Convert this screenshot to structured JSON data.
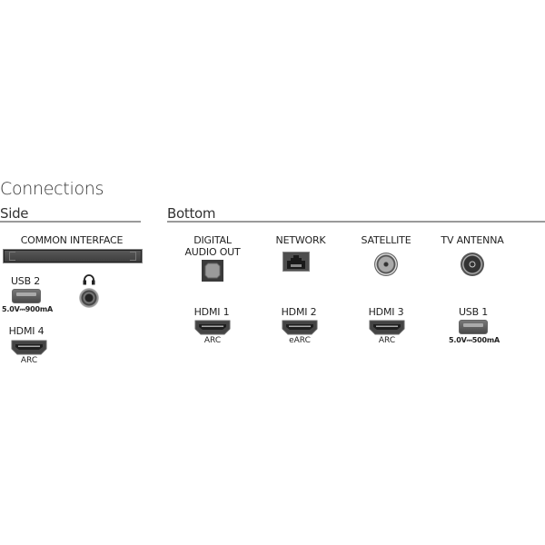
{
  "title": "Connections",
  "sections": {
    "side": {
      "heading": "Side",
      "common_interface": {
        "label": "COMMON INTERFACE",
        "icon": "ci-slot-icon"
      },
      "usb2": {
        "label": "USB 2",
        "spec": "5.0V⎓900mA",
        "icon": "usb-port-icon"
      },
      "headphone": {
        "icon": "headphone-icon",
        "jack_icon": "audio-jack-icon"
      },
      "hdmi4": {
        "label": "HDMI 4",
        "sub": "ARC",
        "icon": "hdmi-port-icon"
      }
    },
    "bottom": {
      "heading": "Bottom",
      "digital_audio_out": {
        "label_line1": "DIGITAL",
        "label_line2": "AUDIO OUT",
        "icon": "optical-port-icon"
      },
      "network": {
        "label": "NETWORK",
        "icon": "ethernet-port-icon"
      },
      "satellite": {
        "label": "SATELLITE",
        "icon": "satellite-connector-icon"
      },
      "tv_antenna": {
        "label": "TV ANTENNA",
        "icon": "antenna-connector-icon"
      },
      "hdmi1": {
        "label": "HDMI 1",
        "sub": "ARC"
      },
      "hdmi2": {
        "label": "HDMI 2",
        "sub": "eARC"
      },
      "hdmi3": {
        "label": "HDMI 3",
        "sub": "ARC"
      },
      "usb1": {
        "label": "USB 1",
        "spec": "5.0V⎓500mA"
      }
    }
  },
  "colors": {
    "rule": "#9a9a9a",
    "port_dark": "#3a3a3a",
    "text": "#2a2a2a"
  }
}
